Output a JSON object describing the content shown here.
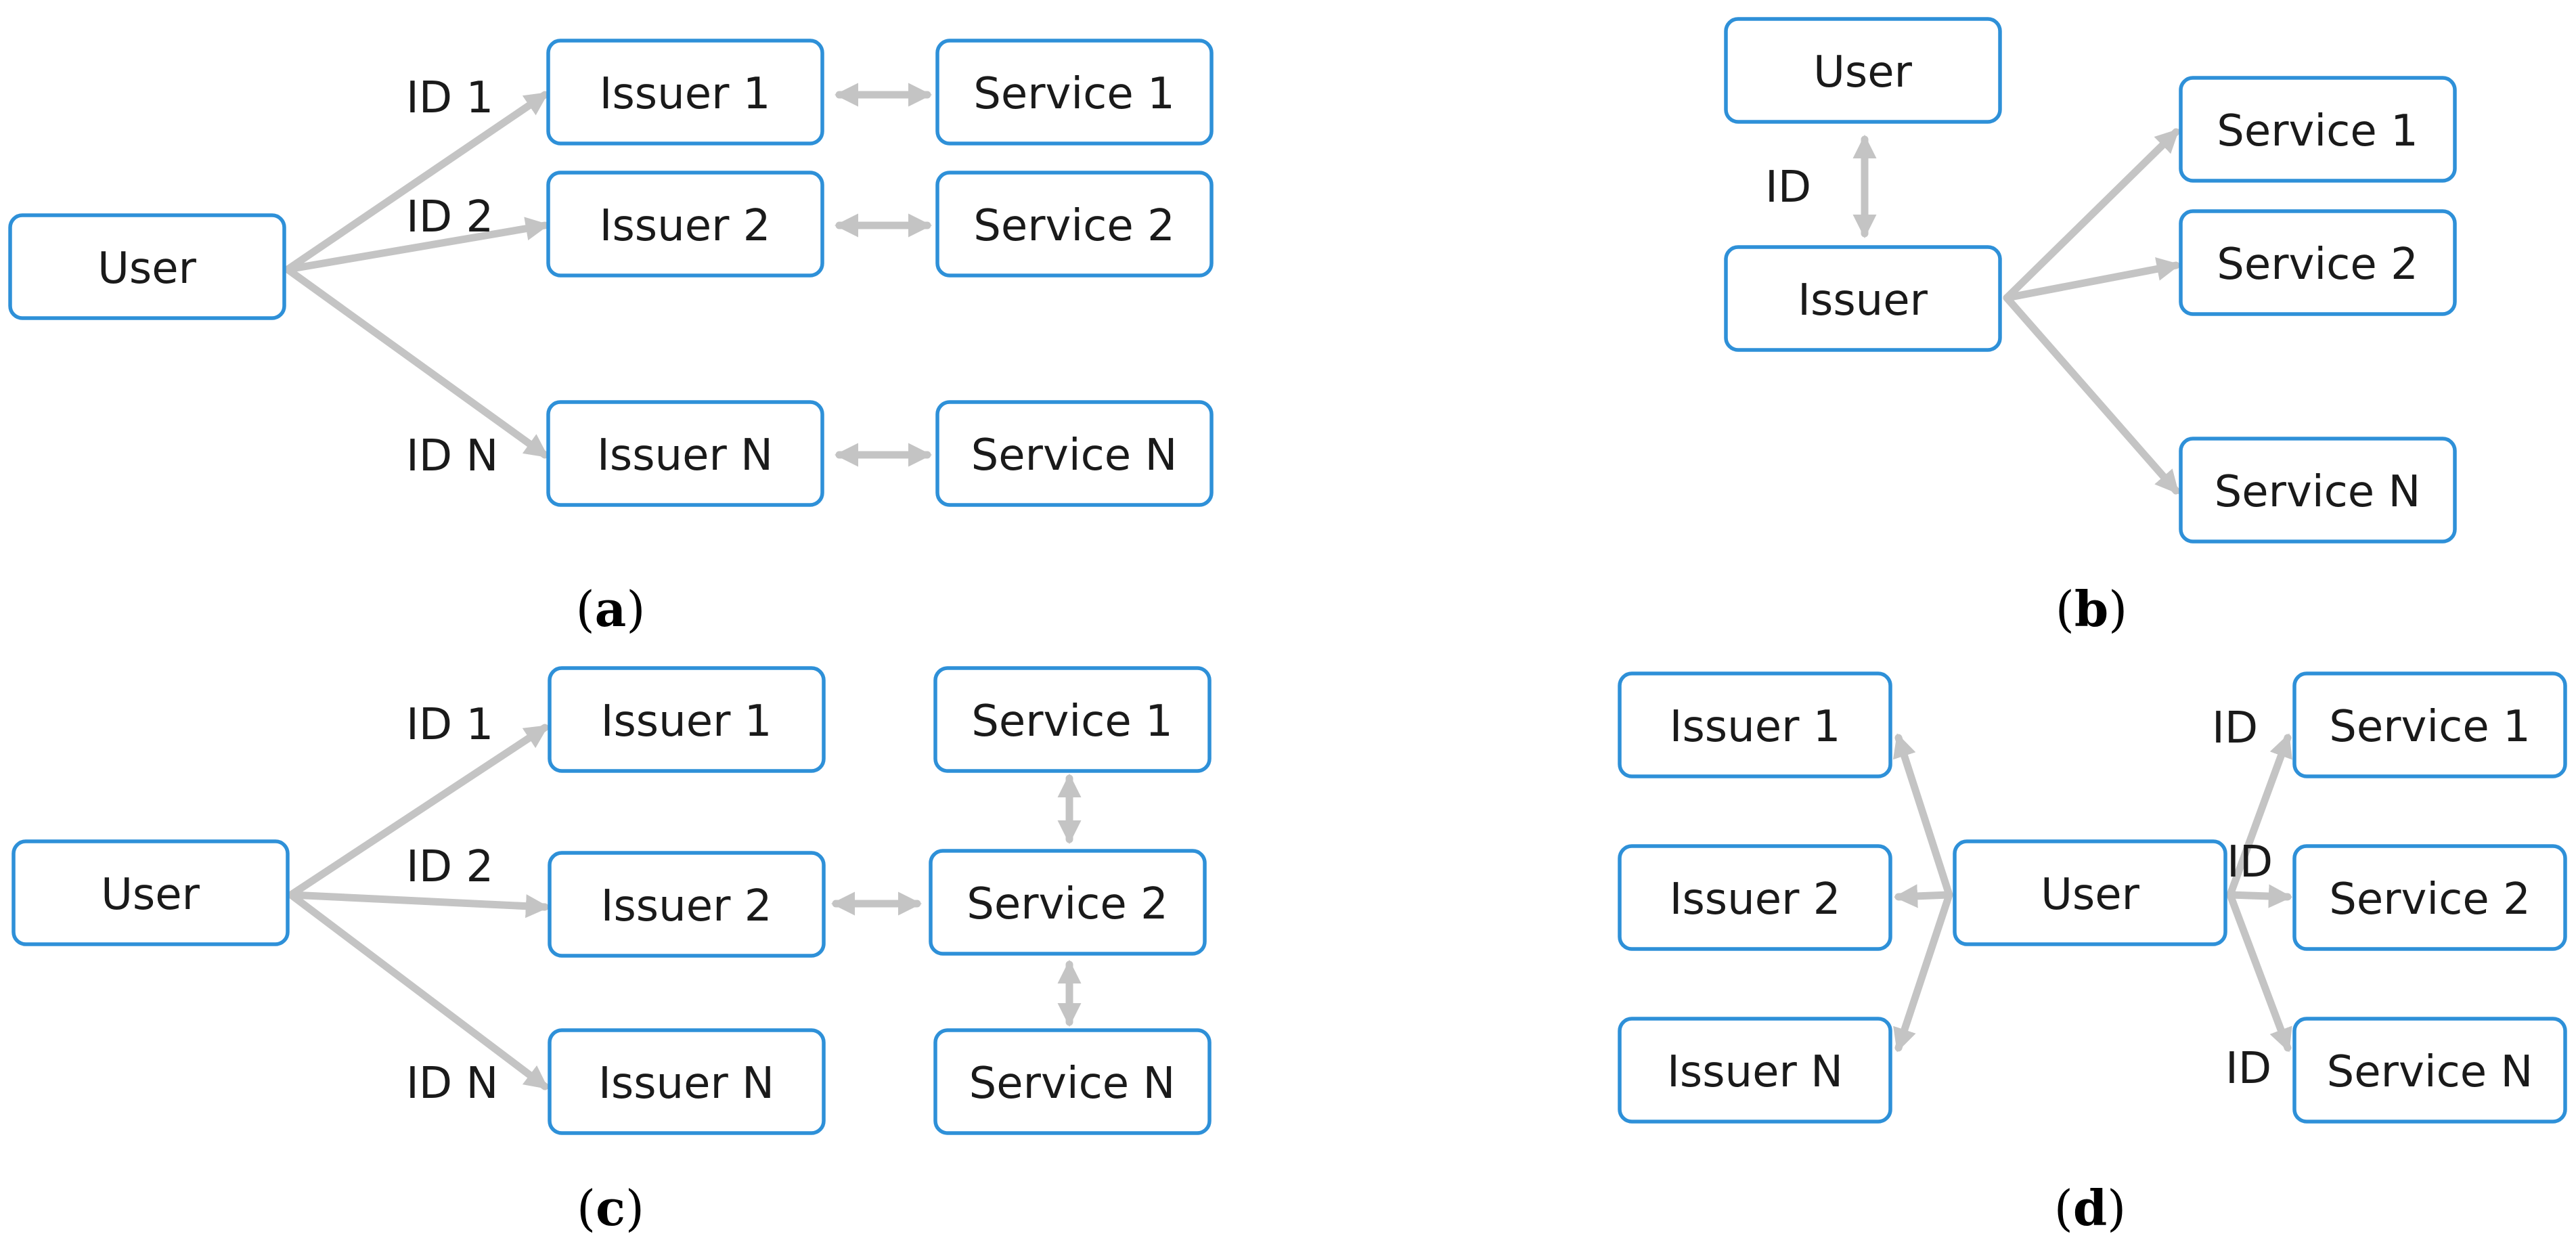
{
  "panels": {
    "a": {
      "caption_letter": "a",
      "user": "User",
      "issuers": [
        "Issuer 1",
        "Issuer 2",
        "Issuer N"
      ],
      "services": [
        "Service 1",
        "Service 2",
        "Service N"
      ],
      "id_labels": [
        "ID 1",
        "ID 2",
        "ID N"
      ]
    },
    "b": {
      "caption_letter": "b",
      "user": "User",
      "issuer": "Issuer",
      "services": [
        "Service 1",
        "Service 2",
        "Service N"
      ],
      "id_label": "ID"
    },
    "c": {
      "caption_letter": "c",
      "user": "User",
      "issuers": [
        "Issuer 1",
        "Issuer 2",
        "Issuer N"
      ],
      "services": [
        "Service 1",
        "Service 2",
        "Service N"
      ],
      "id_labels": [
        "ID 1",
        "ID 2",
        "ID N"
      ]
    },
    "d": {
      "caption_letter": "d",
      "user": "User",
      "issuers": [
        "Issuer 1",
        "Issuer 2",
        "Issuer N"
      ],
      "services": [
        "Service 1",
        "Service 2",
        "Service N"
      ],
      "id_labels": [
        "ID",
        "ID",
        "ID"
      ]
    }
  },
  "colors": {
    "box_border": "#2e90d8",
    "arrow": "#c4c4c4"
  }
}
